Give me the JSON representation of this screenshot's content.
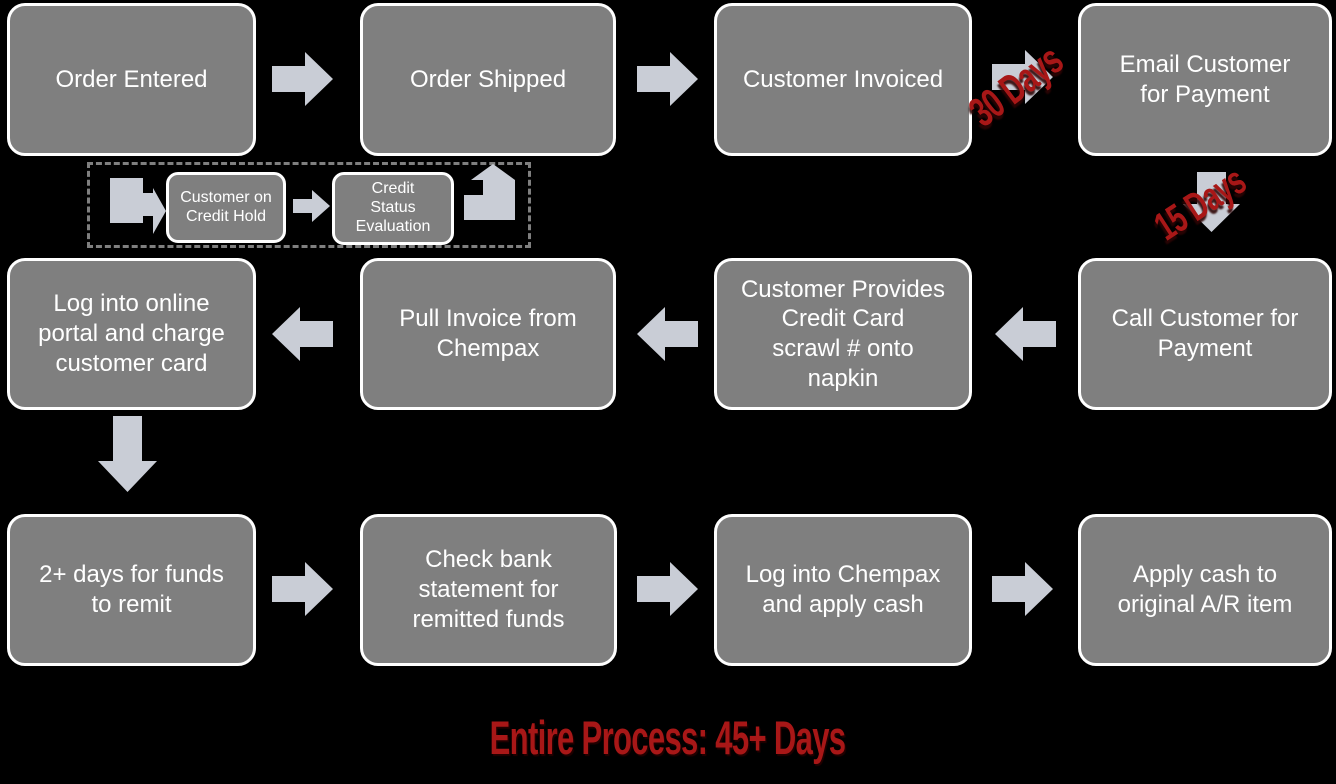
{
  "steps": [
    {
      "label": "Order Entered"
    },
    {
      "label": "Order Shipped"
    },
    {
      "label": "Customer Invoiced"
    },
    {
      "label": "Email Customer\nfor Payment"
    },
    {
      "label": "Call Customer for\nPayment"
    },
    {
      "label": "Customer Provides\nCredit Card\nscrawl # onto\nnapkin"
    },
    {
      "label": "Pull Invoice from\nChempax"
    },
    {
      "label": "Log into online\nportal and charge\ncustomer card"
    },
    {
      "label": "2+ days for funds\nto remit"
    },
    {
      "label": "Check bank\nstatement for\nremitted funds"
    },
    {
      "label": "Log into Chempax\nand apply cash"
    },
    {
      "label": "Apply cash to\noriginal A/R item"
    }
  ],
  "credit_hold_loop": {
    "steps": [
      {
        "label": "Customer on\nCredit Hold"
      },
      {
        "label": "Credit\nStatus\nEvaluation"
      }
    ]
  },
  "annotations": {
    "after_invoice": "30 Days",
    "after_email": "15 Days",
    "footer": "Entire Process: 45+ Days"
  },
  "colors": {
    "background": "#000000",
    "box_fill": "#7f7f7f",
    "box_border": "#ffffff",
    "box_text": "#ffffff",
    "arrow_fill": "#c9cdd6",
    "dashed_border": "#7f7f7f",
    "annotation_red": "#a81717"
  }
}
